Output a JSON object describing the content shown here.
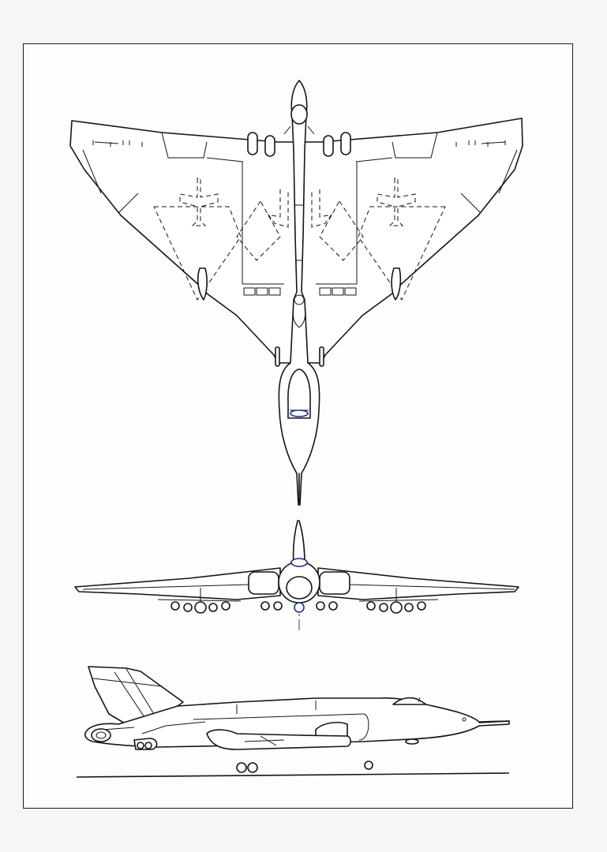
{
  "page": {
    "background": "#f6f6f4",
    "ink": "#151515"
  },
  "views": [
    {
      "id": "plan",
      "view": "plan"
    },
    {
      "id": "front",
      "view": "front"
    },
    {
      "id": "side",
      "view": "side"
    }
  ]
}
